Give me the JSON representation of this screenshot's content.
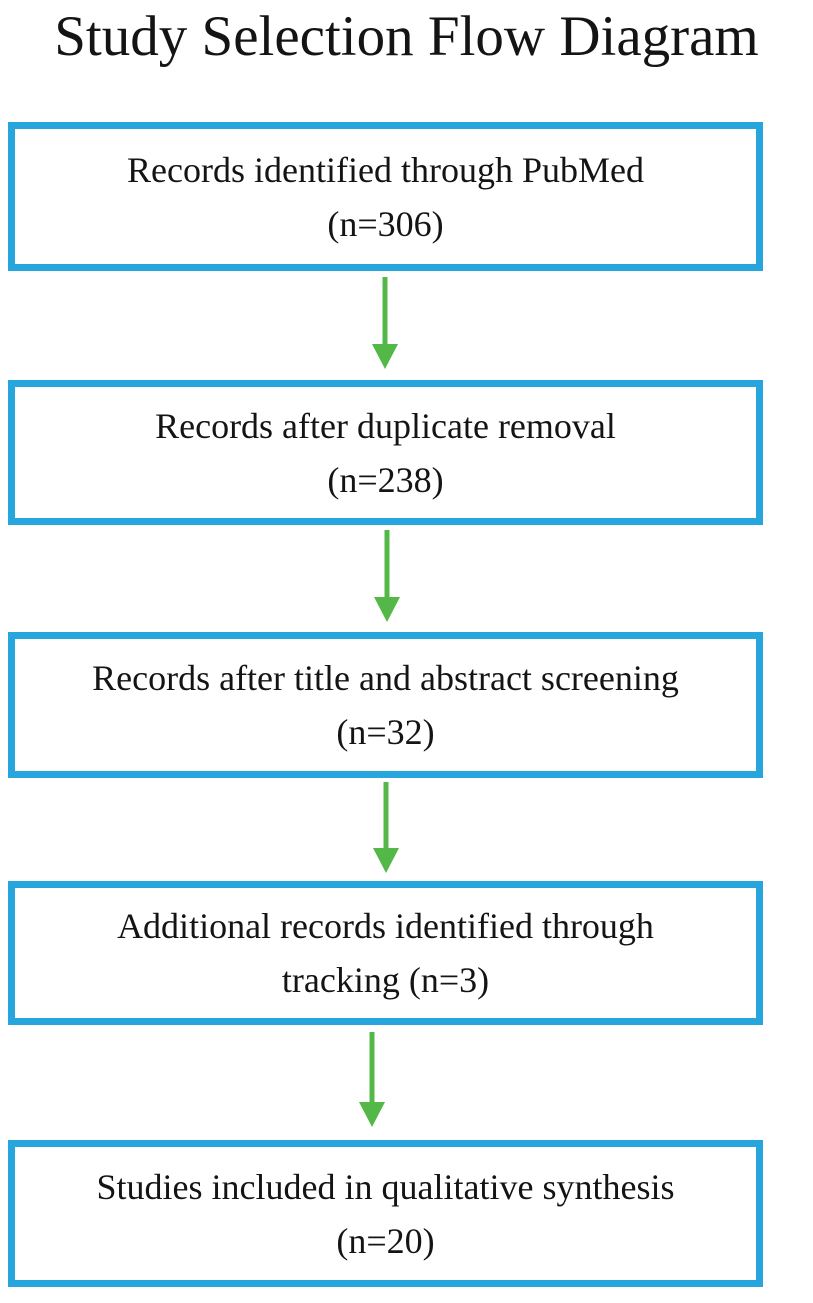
{
  "title": "Study Selection Flow Diagram",
  "colors": {
    "box_border": "#27a5dd",
    "arrow": "#53b848",
    "text": "#141414",
    "background": "#ffffff"
  },
  "boxes": [
    {
      "line1": "Records identified through PubMed",
      "line2": "(n=306)",
      "n": 306
    },
    {
      "line1": "Records after duplicate removal",
      "line2": "(n=238)",
      "n": 238
    },
    {
      "line1": "Records after title and abstract screening",
      "line2": "(n=32)",
      "n": 32
    },
    {
      "line1": "Additional records identified through",
      "line2": "tracking (n=3)",
      "n": 3
    },
    {
      "line1": "Studies included in qualitative synthesis",
      "line2": "(n=20)",
      "n": 20
    }
  ]
}
